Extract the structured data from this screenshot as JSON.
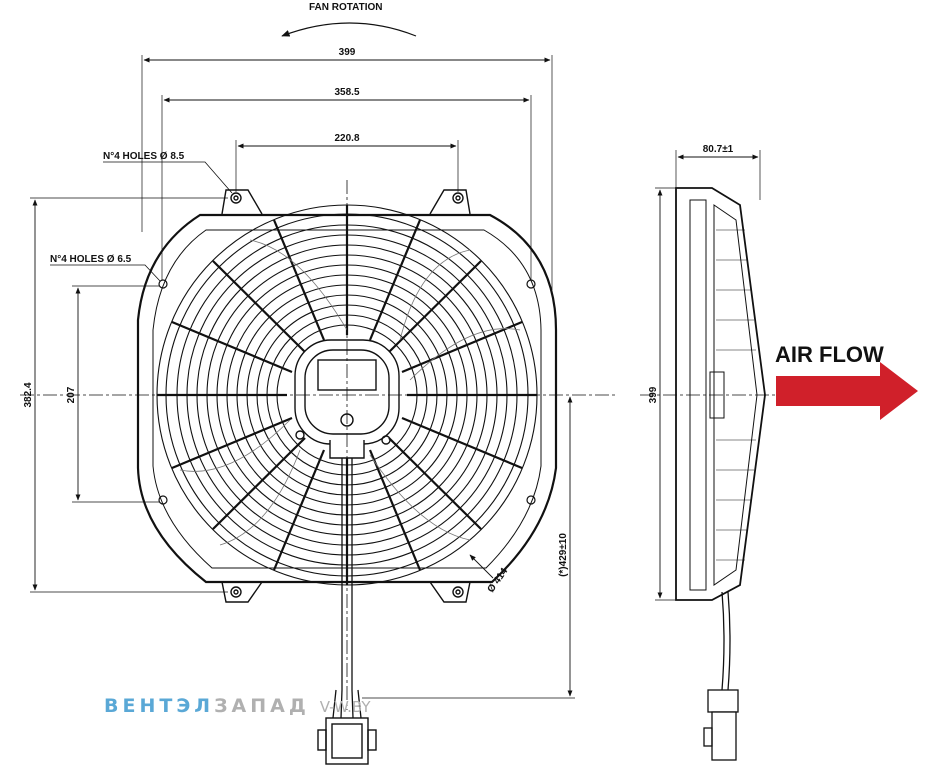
{
  "diagram": {
    "fan_rotation_label": "FAN ROTATION",
    "dims": {
      "overall_width": "399",
      "hole_spacing_wide": "358.5",
      "hole_spacing_top": "220.8",
      "height_left": "382.4",
      "hole_spacing_vertical": "207",
      "side_height": "399",
      "depth": "80.7±1",
      "diameter": "Ø 414",
      "cable_length": "(*)429±10"
    },
    "notes": {
      "holes_a": "N°4 HOLES Ø 8.5",
      "holes_b": "N°4 HOLES Ø 6.5"
    },
    "air_flow_label": "AIR FLOW",
    "air_flow_color": "#d0202a",
    "watermark": {
      "part1": "ВЕНТЭЛ",
      "part2": "ЗАПАД",
      "part3": "V-W.BY",
      "color1": "#5aa8d6",
      "color2": "#b0b0b0"
    }
  }
}
